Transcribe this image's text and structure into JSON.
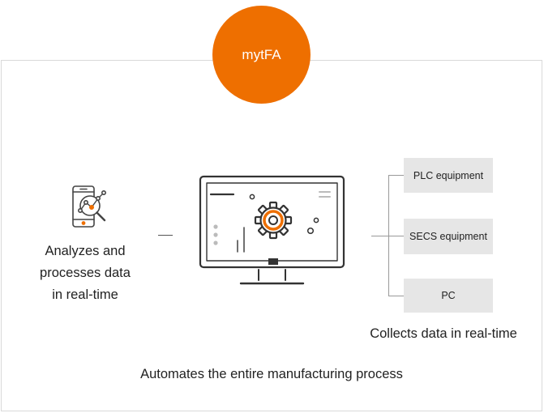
{
  "brand": {
    "name": "mytFA",
    "color": "#ee6f00"
  },
  "analysis": {
    "icon": "smartphone-magnifier-chart-icon",
    "lines": [
      "Analyzes and",
      "processes data",
      "in real-time"
    ]
  },
  "monitor": {
    "icon": "monitor-gear-icon"
  },
  "collection": {
    "equipment": [
      "PLC equipment",
      "SECS equipment",
      "PC"
    ],
    "caption": "Collects data in real-time"
  },
  "footer": {
    "caption": "Automates the entire manufacturing process"
  }
}
